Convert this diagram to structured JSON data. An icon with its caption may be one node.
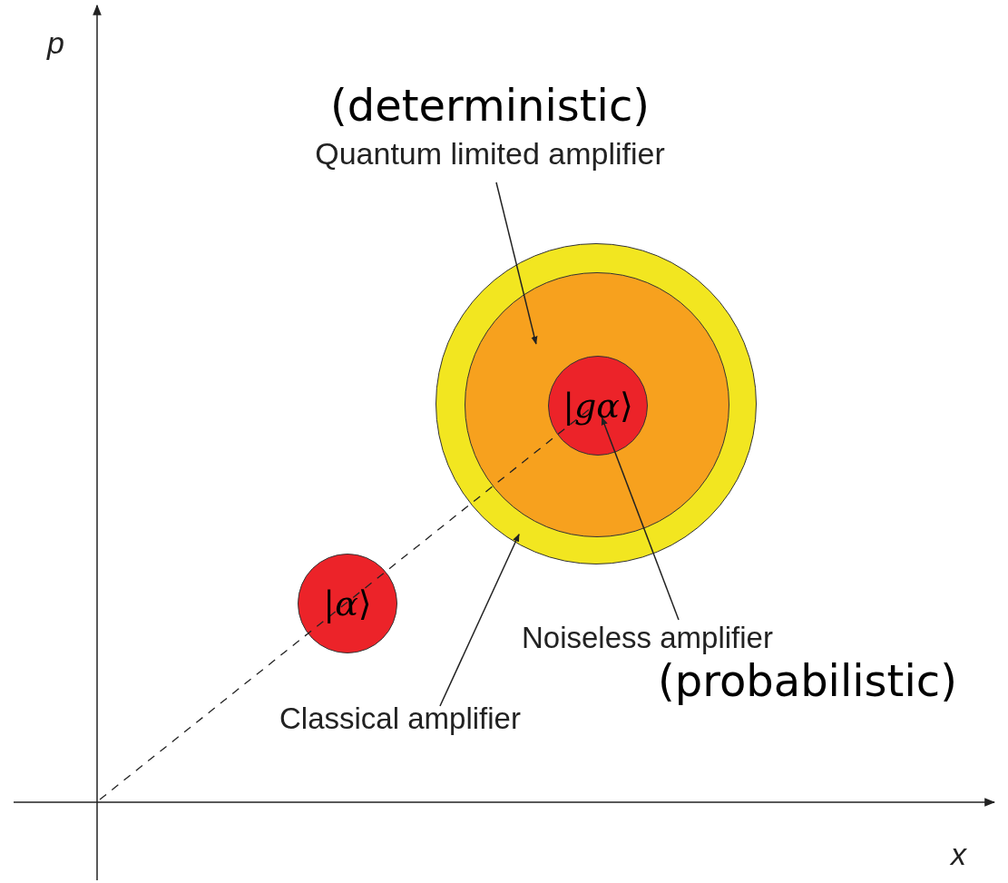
{
  "diagram": {
    "nodes": [
      {
        "text": [
          "|*α*⟩"
        ]
      },
      {
        "text": [],
        "shape": "circle"
      },
      {
        "text": [],
        "shape": "circle",
        "in": 1
      },
      {
        "text": [
          "|*gα*⟩"
        ],
        "in": 2
      },
      {
        "text": [
          "(deterministic)",
          "Quantum limited amplifier"
        ]
      },
      {
        "text": [
          "Noiseless amplifier",
          "(probabilistic)"
        ]
      },
      {
        "text": [
          "Classical amplifier"
        ]
      }
    ],
    "edges": [
      {
        "from": 4,
        "to": 2,
        "arrow": "to"
      },
      {
        "from": 5,
        "to": 3,
        "arrow": "to"
      },
      {
        "from": 6,
        "to": 1,
        "arrow": "to"
      }
    ],
    "labels": [
      "*p*",
      "*x*"
    ]
  }
}
